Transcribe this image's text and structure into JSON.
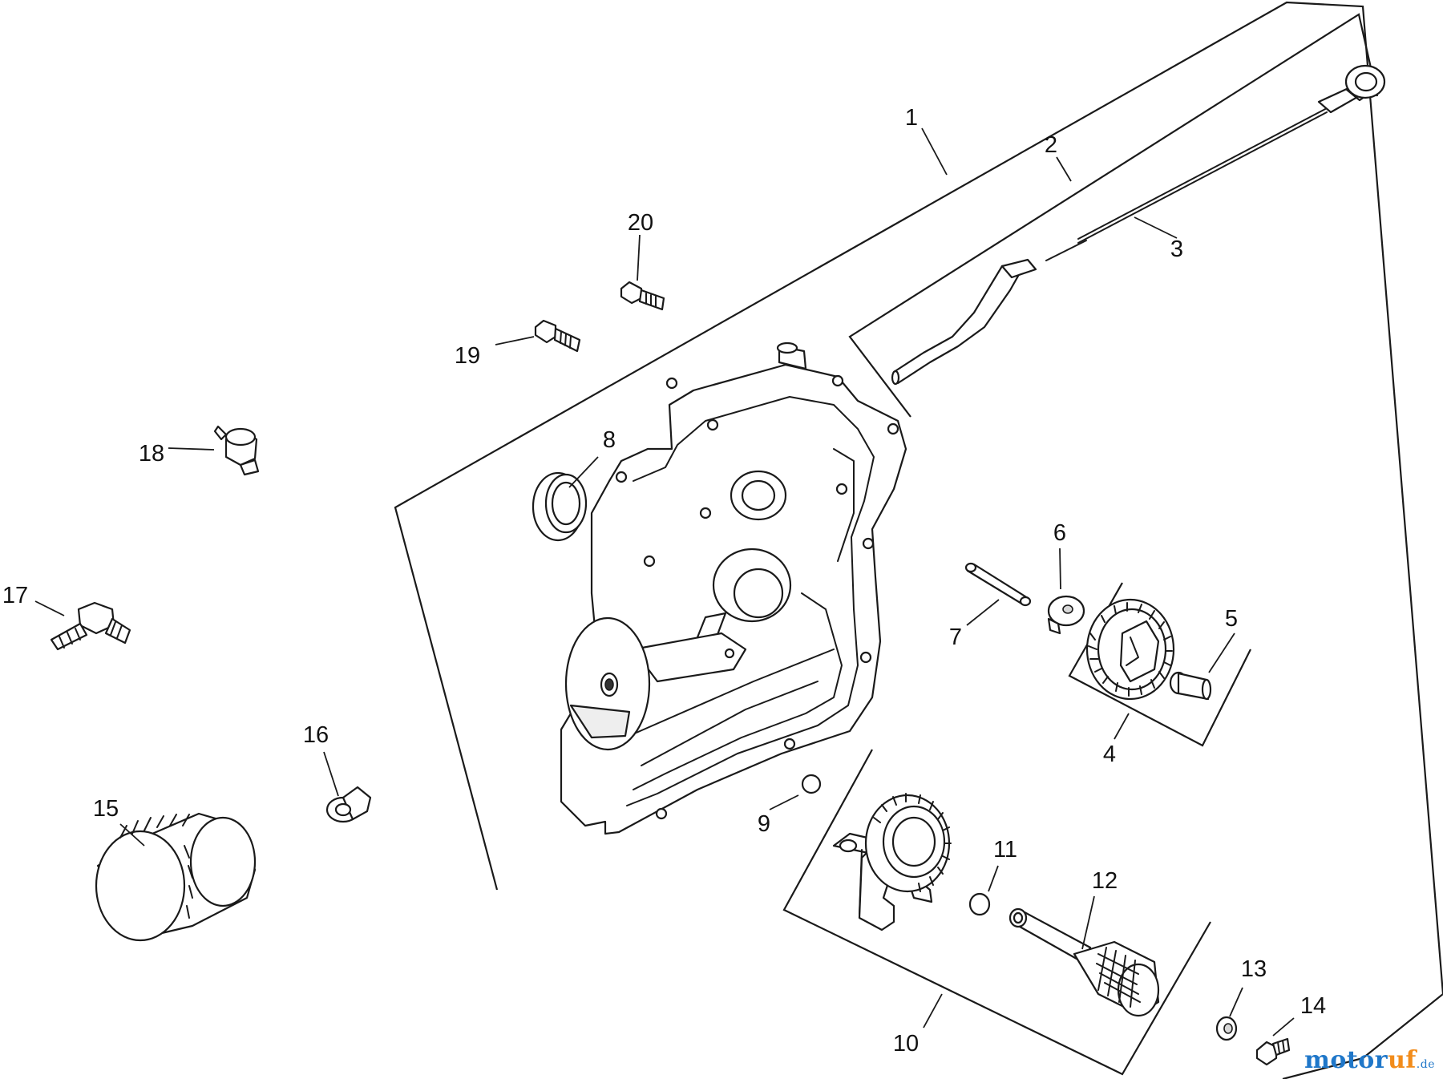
{
  "diagram": {
    "callouts": [
      "1",
      "2",
      "3",
      "4",
      "5",
      "6",
      "7",
      "8",
      "9",
      "10",
      "11",
      "12",
      "13",
      "14",
      "15",
      "16",
      "17",
      "18",
      "19",
      "20"
    ]
  },
  "watermark": {
    "part_a": "motor",
    "part_b": "uf",
    "tld": ".de",
    "color_a": "#1f77c9",
    "color_b": "#f28c1b"
  }
}
